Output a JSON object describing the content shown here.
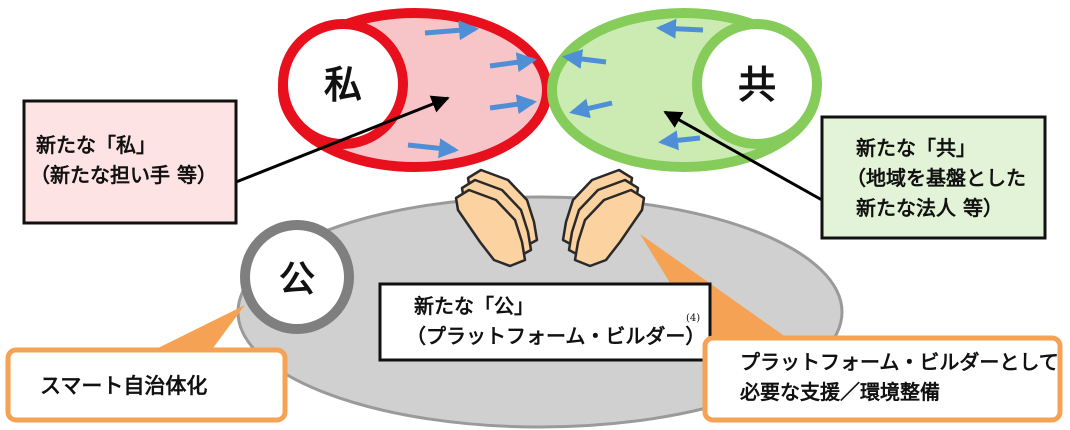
{
  "diagram": {
    "circle_labels": {
      "private": "私",
      "common": "共",
      "public": "公"
    },
    "boxes": {
      "private": {
        "line1": "新たな「私」",
        "line2": "（新たな担い手  等）"
      },
      "common": {
        "line1": "新たな「共」",
        "line2": "（地域を基盤とした",
        "line3": "新たな法人  等）"
      },
      "public": {
        "line1": "新たな「公」",
        "line2": "（プラットフォーム・ビルダー）",
        "footnote": "(4)"
      },
      "smart": {
        "line1": "スマート自治体化"
      },
      "support": {
        "line1": "プラットフォーム・ビルダーとして",
        "line2": "必要な支援／環境整備"
      }
    },
    "colors": {
      "private_fill": "#f7c5c8",
      "private_stroke": "#e8101c",
      "common_fill": "#ccebb3",
      "common_stroke": "#86cc5a",
      "public_ellipse": "#d0d0d0",
      "public_circle_stroke": "#7f7f7f",
      "callout_orange": "#f5a254",
      "arrow_blue": "#4f8fd6",
      "hands_fill": "#fbd2a0"
    }
  }
}
